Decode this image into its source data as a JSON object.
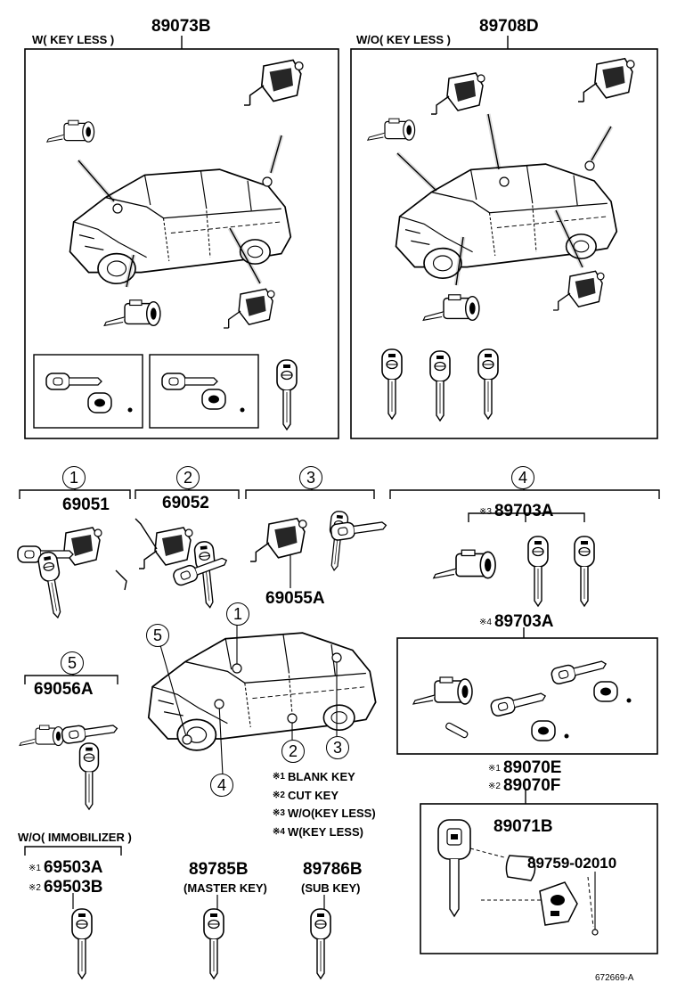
{
  "top_left": {
    "part_no": "89073B",
    "caption": "W( KEY LESS )"
  },
  "top_right": {
    "part_no": "89708D",
    "caption": "W/O( KEY LESS )"
  },
  "groups": [
    {
      "num": "1",
      "part_no": "69051"
    },
    {
      "num": "2",
      "part_no": "69052"
    },
    {
      "num": "3",
      "part_no": "69055A"
    },
    {
      "num": "4",
      "part_no_3": "89703A",
      "mark_3": "※3",
      "part_no_4": "89703A",
      "mark_4": "※4"
    },
    {
      "num": "5",
      "part_no": "69056A"
    }
  ],
  "car_callouts": [
    "5",
    "1",
    "2",
    "3",
    "4"
  ],
  "legend": [
    {
      "mark": "※1",
      "text": "BLANK KEY"
    },
    {
      "mark": "※2",
      "text": "CUT KEY"
    },
    {
      "mark": "※3",
      "text": "W/O(KEY LESS)"
    },
    {
      "mark": "※4",
      "text": "W(KEY LESS)"
    }
  ],
  "immobilizer": {
    "caption": "W/O( IMMOBILIZER )",
    "items": [
      {
        "mark": "※1",
        "part_no": "69503A"
      },
      {
        "mark": "※2",
        "part_no": "69503B"
      }
    ]
  },
  "master_key": {
    "part_no": "89785B",
    "caption": "(MASTER KEY)"
  },
  "sub_key": {
    "part_no": "89786B",
    "caption": "(SUB KEY)"
  },
  "transmitter": {
    "items": [
      {
        "mark": "※1",
        "part_no": "89070E"
      },
      {
        "mark": "※2",
        "part_no": "89070F"
      }
    ],
    "case_part_no": "89071B",
    "battery_part_no": "89759-02010"
  },
  "figure_id": "672669-A"
}
